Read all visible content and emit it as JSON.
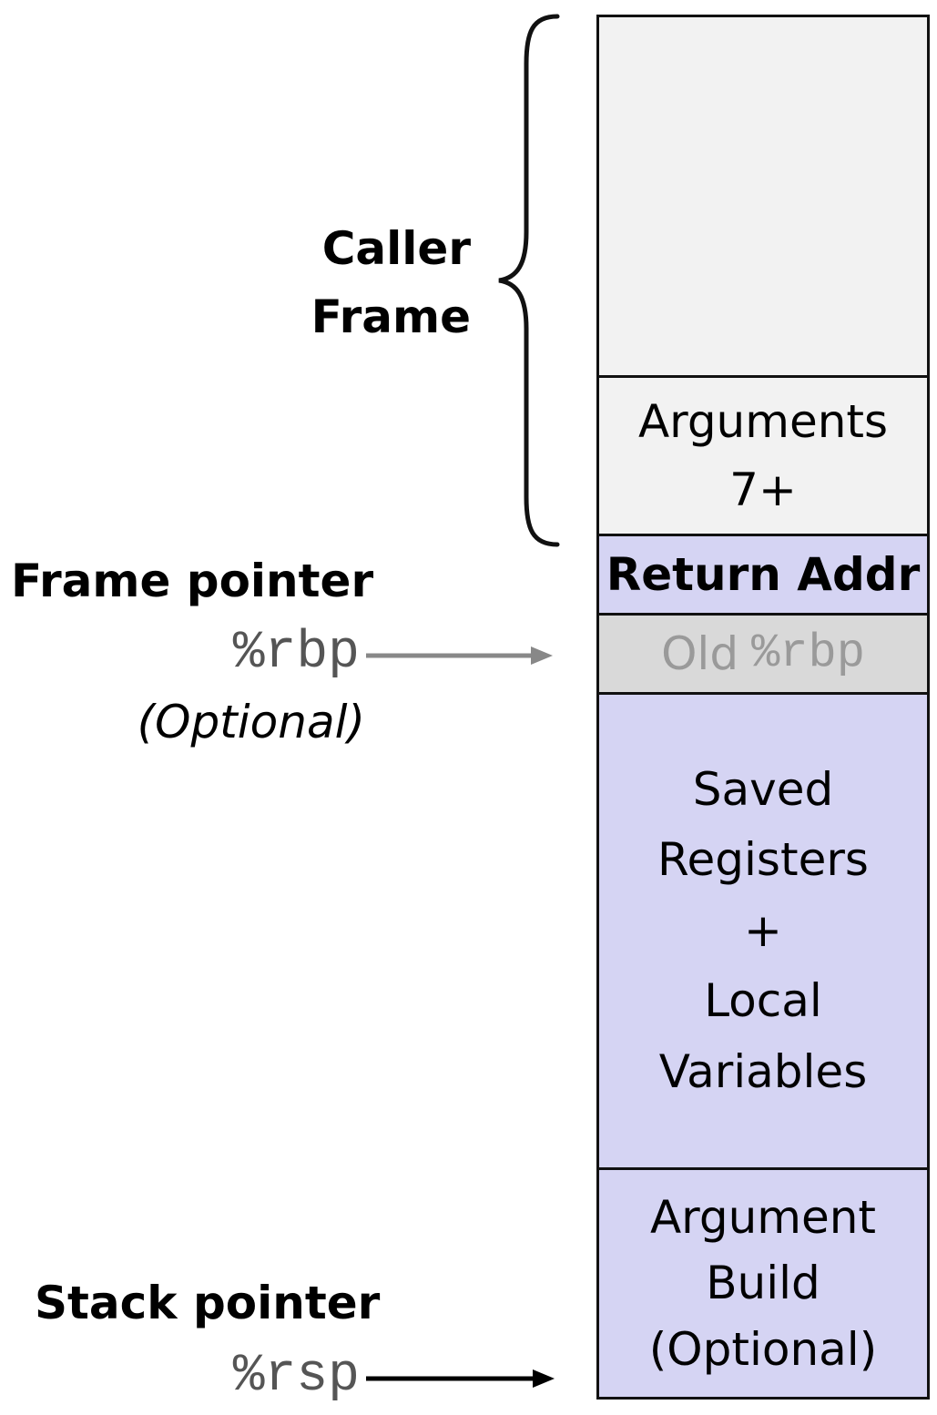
{
  "caller_frame": {
    "line1": "Caller",
    "line2": "Frame"
  },
  "stack": {
    "arguments": {
      "line1": "Arguments",
      "line2": "7+"
    },
    "return_addr": "Return Addr",
    "old_rbp": {
      "text": "Old",
      "register": "%rbp"
    },
    "saved_locals": {
      "line1": "Saved",
      "line2": "Registers",
      "line3": "+",
      "line4": "Local",
      "line5": "Variables"
    },
    "argument_build": {
      "line1": "Argument",
      "line2": "Build",
      "line3": "(Optional)"
    }
  },
  "frame_pointer": {
    "label": "Frame pointer",
    "register": "%rbp",
    "note": "(Optional)"
  },
  "stack_pointer": {
    "label": "Stack pointer",
    "register": "%rsp"
  },
  "colors": {
    "caller_fill": "#f2f2f2",
    "frame_fill": "#d5d4f3",
    "old_rbp_fill": "#d9d9d9",
    "frame_pointer_arrow": "#888888",
    "stack_pointer_arrow": "#000000"
  }
}
